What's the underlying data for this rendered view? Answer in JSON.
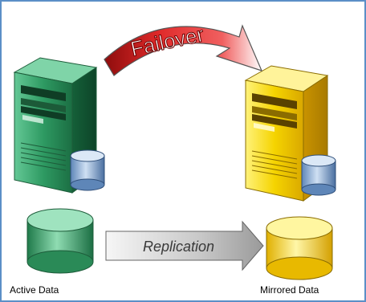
{
  "diagram": {
    "failover_label": "Failover",
    "replication_label": "Replication",
    "active_data_label": "Active Data",
    "mirrored_data_label": "Mirrored Data"
  },
  "colors": {
    "active_server": "#2e9a62",
    "standby_server": "#f5d400",
    "failover_arrow": "#d62222",
    "replication_arrow": "#bdbdbd",
    "border": "#5b8fc7"
  },
  "icons": {
    "active_server": "server-icon",
    "standby_server": "server-icon",
    "active_db": "database-icon",
    "mirrored_db": "database-icon"
  }
}
